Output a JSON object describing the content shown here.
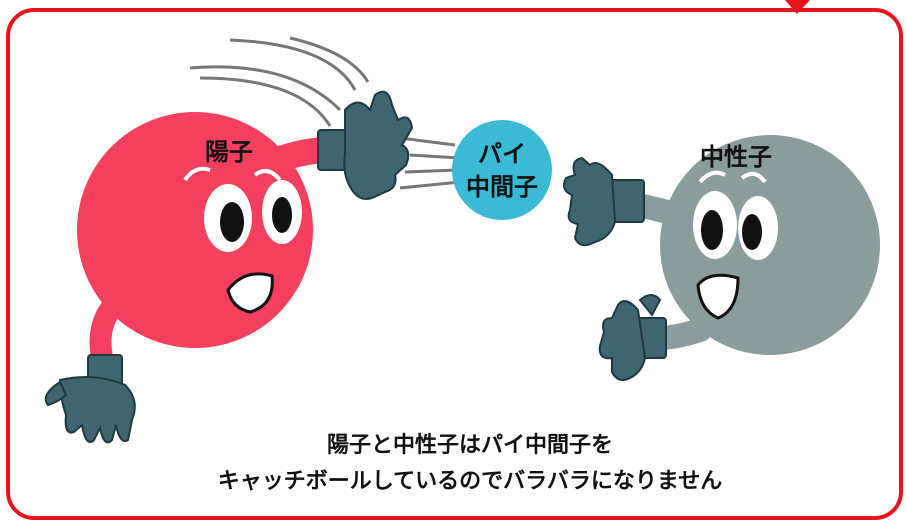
{
  "particles": {
    "proton_label": "陽子",
    "neutron_label": "中性子",
    "pion_label_line1": "パイ",
    "pion_label_line2": "中間子"
  },
  "caption": {
    "line1": "陽子と中性子はパイ中間子を",
    "line2": "キャッチボールしているのでバラバラになりません"
  },
  "colors": {
    "frame": "#e8141c",
    "proton": "#f43f5e",
    "neutron": "#8a9c9c",
    "pion": "#3bbad6",
    "glove": "#3f6670"
  }
}
